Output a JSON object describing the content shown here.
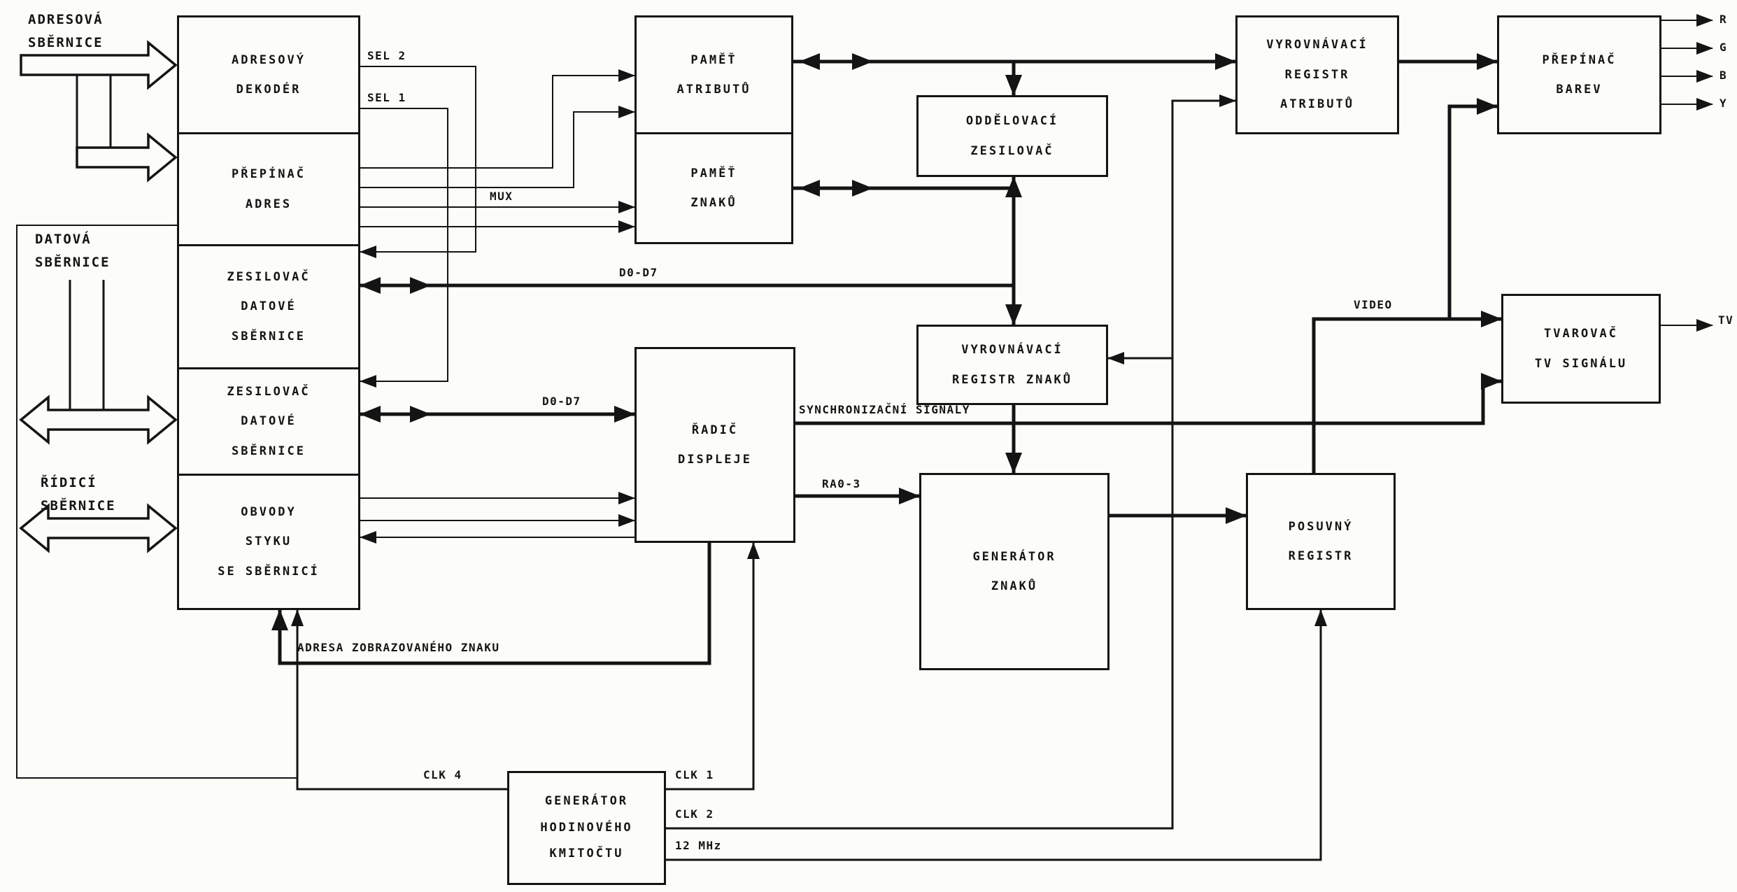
{
  "buses": {
    "address": [
      "ADRESOVÁ",
      "SBĚRNICE"
    ],
    "data": [
      "DATOVÁ",
      "SBĚRNICE"
    ],
    "control": [
      "ŘÍDICÍ",
      "SBĚRNICE"
    ]
  },
  "blocks": {
    "adresovy_dekoder": [
      "ADRESOVÝ",
      "DEKODÉR"
    ],
    "prepinac_adres": [
      "PŘEPÍNAČ",
      "ADRES"
    ],
    "zesilovac_1": [
      "ZESILOVAČ",
      "DATOVÉ",
      "SBĚRNICE"
    ],
    "zesilovac_2": [
      "ZESILOVAČ",
      "DATOVÉ",
      "SBĚRNICE"
    ],
    "obvody_styku": [
      "OBVODY",
      "STYKU",
      "SE SBĚRNICÍ"
    ],
    "pamet_atributu": [
      "PAMĚŤ",
      "ATRIBUTŮ"
    ],
    "pamet_znaku": [
      "PAMĚŤ",
      "ZNAKŮ"
    ],
    "oddelovaci_zesilovac": [
      "ODDĚLOVACÍ",
      "ZESILOVAČ"
    ],
    "vyrovnavaci_registr_atributu": [
      "VYROVNÁVACÍ",
      "REGISTR",
      "ATRIBUTŮ"
    ],
    "prepinac_barev": [
      "PŘEPÍNAČ",
      "BAREV"
    ],
    "vyrovnavaci_registr_znaku": [
      "VYROVNÁVACÍ",
      "REGISTR ZNAKŮ"
    ],
    "radic_displeje": [
      "ŘADIČ",
      "DISPLEJE"
    ],
    "generator_znaku": [
      "GENERÁTOR",
      "ZNAKŮ"
    ],
    "posuvny_registr": [
      "POSUVNÝ",
      "REGISTR"
    ],
    "tvarovac_tv": [
      "TVAROVAČ",
      "TV SIGNÁLU"
    ],
    "generator_kmitoctu": [
      "GENERÁTOR",
      "HODINOVÉHO",
      "KMITOČTU"
    ]
  },
  "signals": {
    "sel2": "SEL 2",
    "sel1": "SEL 1",
    "mux": "MUX",
    "d0d7_top": "D0-D7",
    "d0d7_bottom": "D0-D7",
    "sync": "SYNCHRONIZAČNÍ SIGNÁLY",
    "ra03": "RA0-3",
    "video": "VIDEO",
    "adresa_znaku": "ADRESA ZOBRAZOVANÉHO ZNAKU",
    "clk4": "CLK 4",
    "clk1": "CLK 1",
    "clk2": "CLK 2",
    "mhz12": "12 MHz",
    "tv": "TV",
    "out_r": "R",
    "out_g": "G",
    "out_b": "B",
    "out_y": "Y"
  },
  "colors": {
    "ink": "#141414",
    "paper": "#fcfcf9"
  }
}
